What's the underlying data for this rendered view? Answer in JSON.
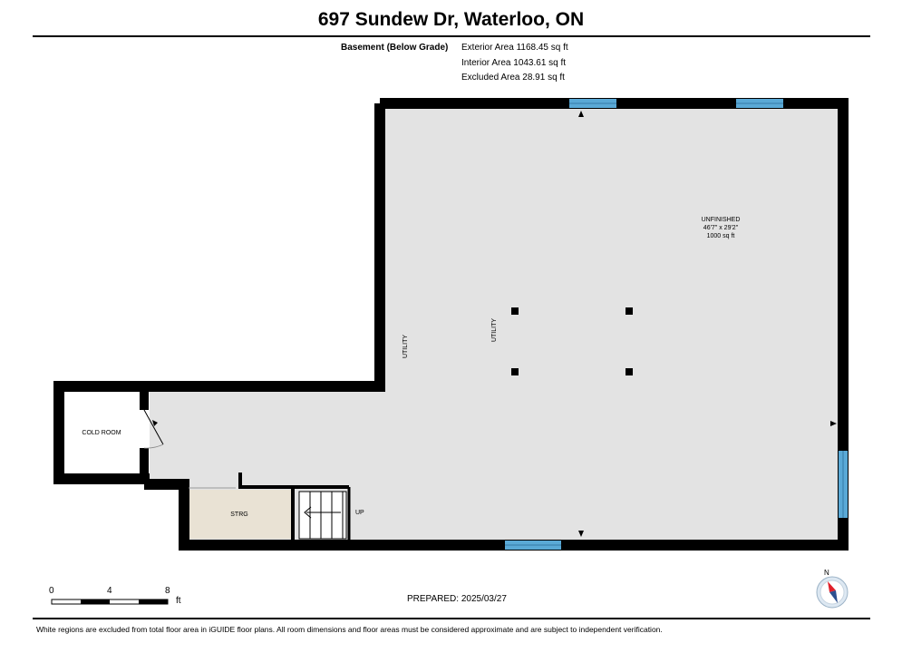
{
  "header": {
    "title": "697 Sundew Dr, Waterloo, ON"
  },
  "floor": {
    "name": "Basement (Below Grade)",
    "exterior_area": "Exterior Area 1168.45 sq ft",
    "interior_area": "Interior Area 1043.61 sq ft",
    "excluded_area": "Excluded Area 28.91 sq ft"
  },
  "rooms": {
    "unfinished_name": "UNFINISHED",
    "unfinished_dims": "46'7\" x 29'2\"",
    "unfinished_area": "1000 sq ft",
    "utility_1": "UTILITY",
    "utility_2": "UTILITY",
    "cold_room": "COLD ROOM",
    "storage": "STRG",
    "stairs_label": "UP"
  },
  "scale": {
    "ticks": [
      "0",
      "4",
      "8"
    ],
    "unit": "ft"
  },
  "compass": {
    "north": "N"
  },
  "prepared": "PREPARED: 2025/03/27",
  "footer": "White regions are excluded from total floor area in iGUIDE floor plans. All room dimensions and floor areas must be considered approximate and are subject to independent verification.",
  "colors": {
    "wall": "#000000",
    "floor": "#e3e3e3",
    "storage_floor": "#e9e2d4",
    "window": "#5aa9d6",
    "compass_red": "#e0202a"
  }
}
